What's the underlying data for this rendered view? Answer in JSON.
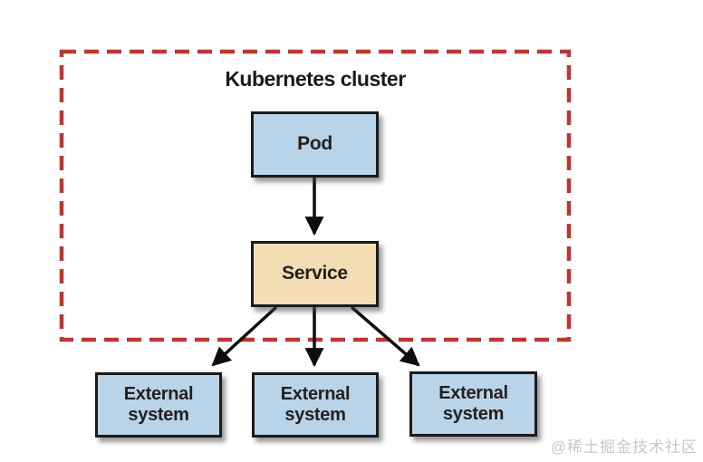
{
  "diagram": {
    "cluster": {
      "title": "Kubernetes cluster"
    },
    "nodes": {
      "pod": {
        "label": "Pod",
        "fill": "#b9d3e8"
      },
      "service": {
        "label": "Service",
        "fill": "#f4ddb4"
      },
      "external_1": {
        "label": "External system",
        "fill": "#b9d3e8"
      },
      "external_2": {
        "label": "External system",
        "fill": "#b9d3e8"
      },
      "external_3": {
        "label": "External system",
        "fill": "#b9d3e8"
      }
    },
    "edges": [
      {
        "from": "pod",
        "to": "service"
      },
      {
        "from": "service",
        "to": "external_1"
      },
      {
        "from": "service",
        "to": "external_2"
      },
      {
        "from": "service",
        "to": "external_3"
      }
    ],
    "colors": {
      "cluster_border": "#bc3732",
      "node_border": "#1a1a1a",
      "node_fill_blue": "#b9d3e8",
      "node_fill_tan": "#f4ddb4",
      "arrow": "#0d0d0d",
      "background": "#ffffff"
    }
  },
  "watermark": {
    "text": "@稀土掘金技术社区",
    "color": "#c9c9c9"
  }
}
